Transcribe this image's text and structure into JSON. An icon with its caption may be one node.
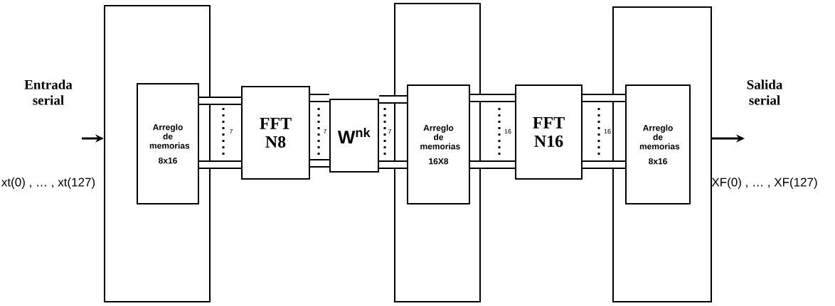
{
  "diagram": {
    "nodes": [
      {
        "text": [],
        "shape": "box"
      },
      {
        "text": [
          "Arreglo de memorias",
          "8x16"
        ],
        "in": 0
      },
      {
        "text": [
          "FFT N8"
        ]
      },
      {
        "text": [
          "W$^{nk}$"
        ]
      },
      {
        "text": [],
        "shape": "box"
      },
      {
        "text": [
          "Arreglo de memorias",
          "16X8"
        ],
        "in": 4
      },
      {
        "text": [
          "FFT N16"
        ]
      },
      {
        "text": [],
        "shape": "box"
      },
      {
        "text": [
          "Arreglo de memorias",
          "8x16"
        ],
        "in": 7
      }
    ],
    "edges": [
      {
        "from": null,
        "to": 0,
        "arrow": "to"
      },
      {
        "from": 1,
        "to": 2,
        "arrow": "none"
      },
      {
        "from": 1,
        "to": 2,
        "arrow": "none"
      },
      {
        "from": 2,
        "to": 3,
        "arrow": "none"
      },
      {
        "from": 2,
        "to": 3,
        "arrow": "none"
      },
      {
        "from": 3,
        "to": 5,
        "arrow": "none"
      },
      {
        "from": 3,
        "to": 5,
        "arrow": "none"
      },
      {
        "from": 5,
        "to": 6,
        "arrow": "none"
      },
      {
        "from": 5,
        "to": 6,
        "arrow": "none"
      },
      {
        "from": 6,
        "to": 8,
        "arrow": "none"
      },
      {
        "from": 6,
        "to": 8,
        "arrow": "none"
      },
      {
        "from": 7,
        "to": null,
        "arrow": "to"
      }
    ],
    "labels": [
      "Entrada serial",
      "xt(0) , … , xt(127)",
      "7",
      "7",
      "7",
      "16",
      "16",
      "Salida serial",
      "XF(0) , … , XF(127)"
    ]
  }
}
